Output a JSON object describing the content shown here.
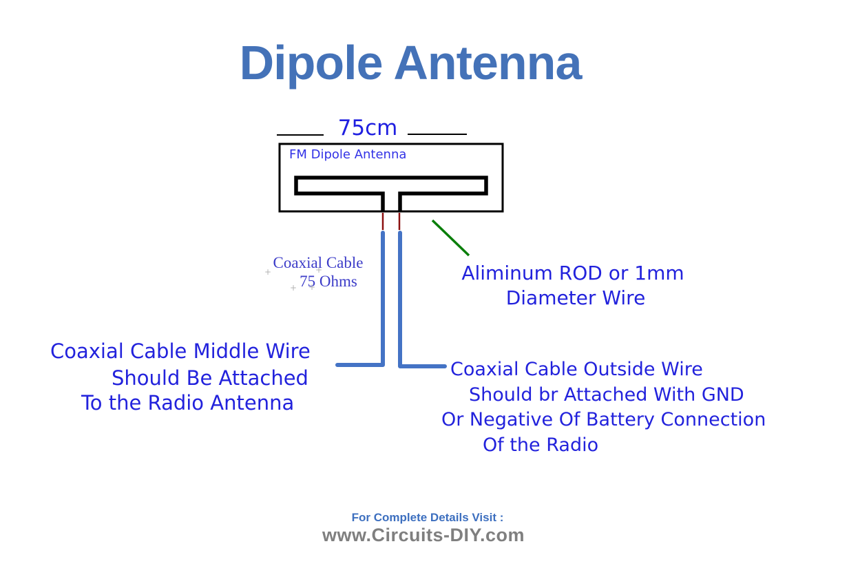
{
  "title": "Dipole Antenna",
  "antenna": {
    "length_label": "75cm",
    "box_label": "FM Dipole Antenna"
  },
  "labels": {
    "coax_cable": {
      "line1": "Coaxial Cable",
      "line2": "75 Ohms"
    },
    "plus_symbol": "+",
    "rod_note": {
      "line1": "Aliminum ROD or 1mm",
      "line2": "Diameter Wire"
    },
    "middle_wire_note": {
      "line1": "Coaxial Cable Middle Wire",
      "line2": "Should Be Attached",
      "line3": "To the Radio Antenna"
    },
    "outside_wire_note": {
      "line1": "Coaxial Cable Outside Wire",
      "line2": "Should br Attached With GND",
      "line3": "Or Negative Of Battery Connection",
      "line4": "Of the Radio"
    }
  },
  "footer": {
    "visit_text": "For Complete Details Visit :",
    "website": "www.Circuits-DIY.com"
  },
  "colors": {
    "title_blue": "#4472B8",
    "label_blue": "#2222DC",
    "dim_label_blue": "#1F1FE0",
    "box_label_blue": "#3232E6",
    "serif_label_blue": "#3C3CC8",
    "wire_blue": "#4473C5",
    "feed_red": "#8B1010",
    "pointer_green": "#0A7E0A",
    "footer_blue": "#3D6FBF",
    "footer_gray": "#7F7F7F",
    "outline_black": "#000000"
  }
}
